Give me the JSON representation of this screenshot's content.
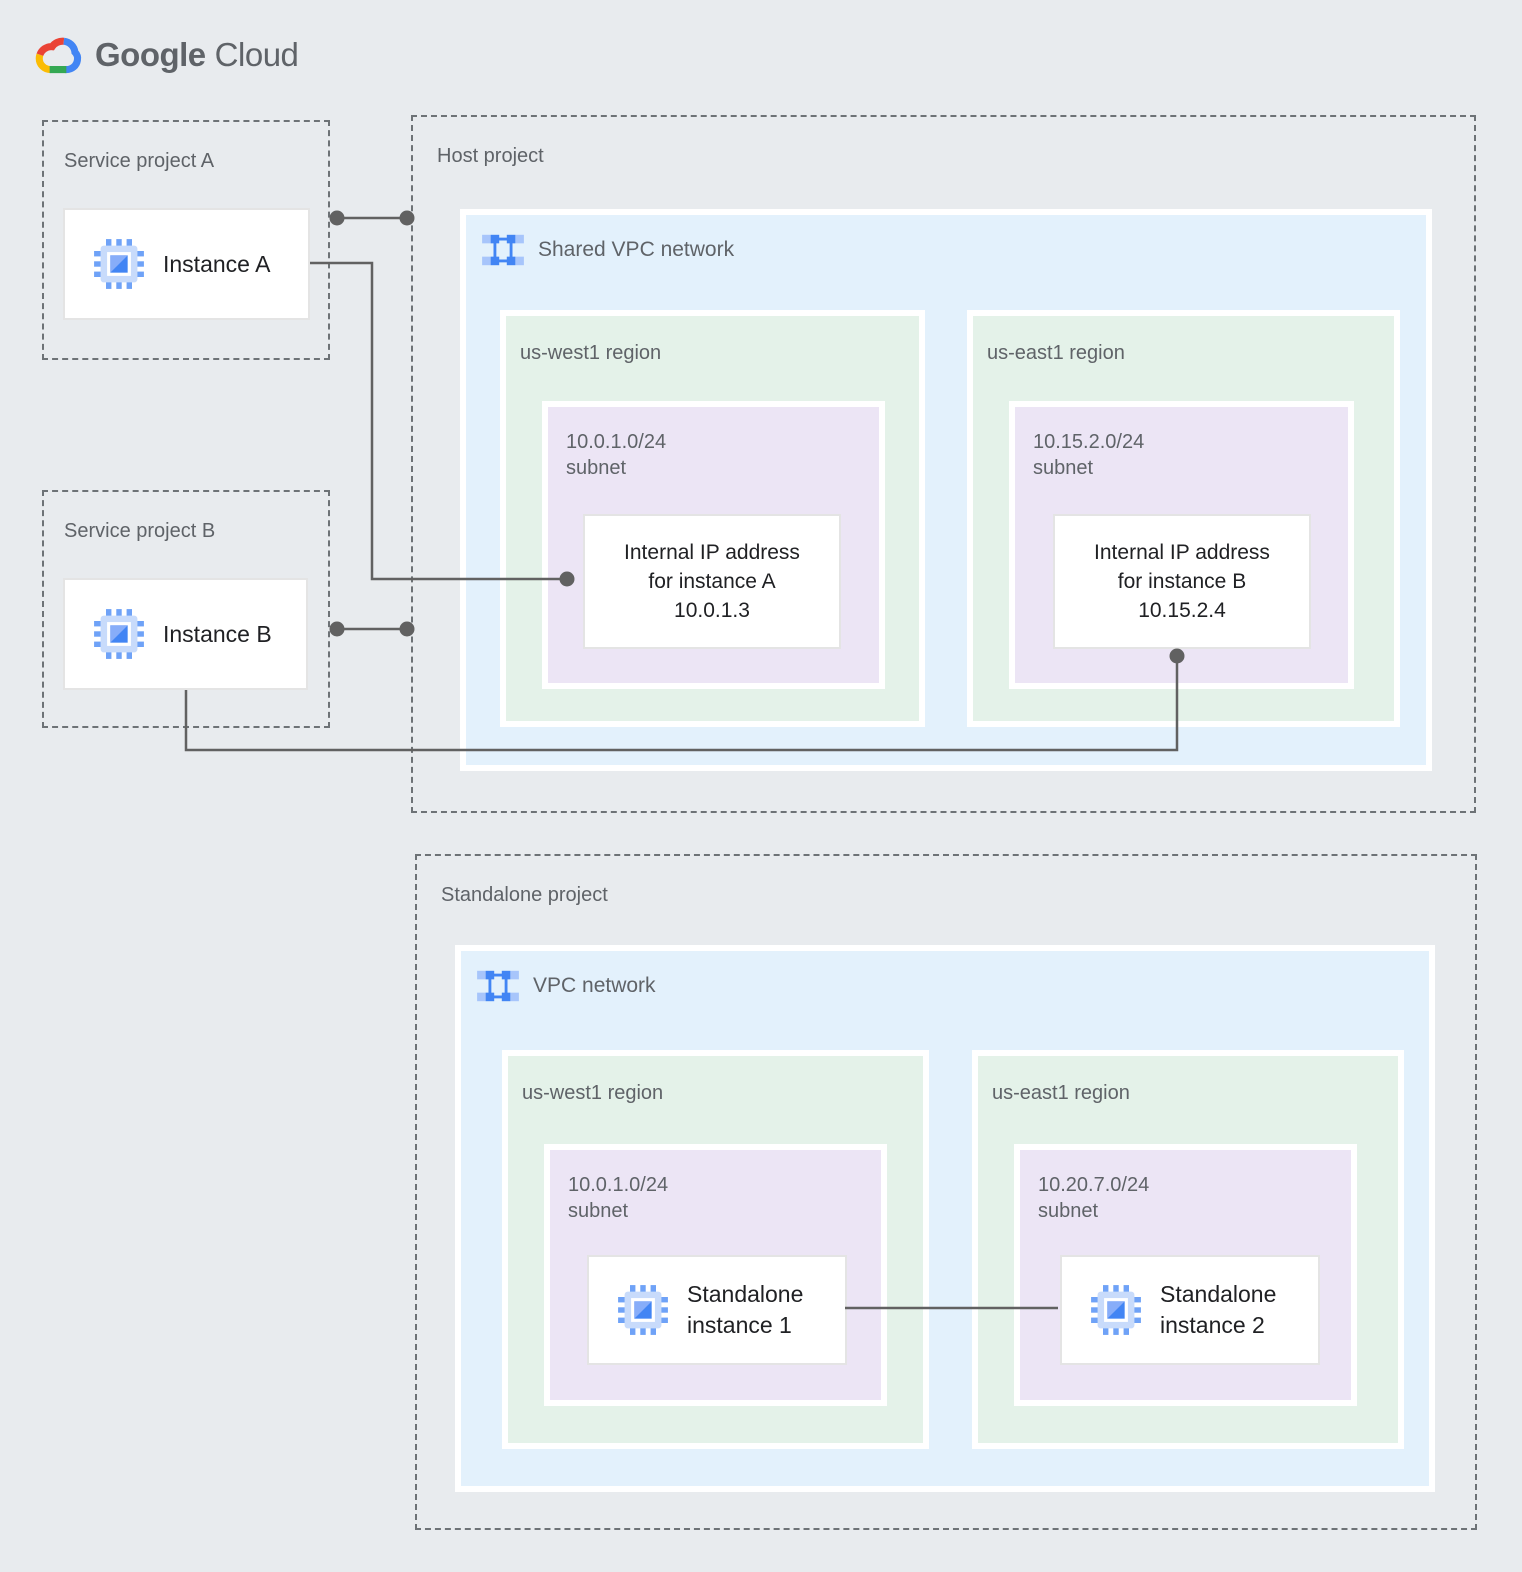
{
  "logo": {
    "google": "Google",
    "cloud": "Cloud"
  },
  "colors": {
    "background": "#e8ebee",
    "network_blue": "#e3f1fc",
    "region_green": "#e4f2e9",
    "subnet_purple": "#ece5f5",
    "connector_gray": "#616161",
    "label_gray": "#5f6368",
    "text_dark": "#202124",
    "icon_blue": "#4285f4",
    "icon_blue_light": "#aecbfa",
    "logo_red": "#ea4335",
    "logo_yellow": "#fbbc04",
    "logo_green": "#34a853"
  },
  "projects": {
    "service_a": {
      "label": "Service project A",
      "instance_label": "Instance A"
    },
    "service_b": {
      "label": "Service project B",
      "instance_label": "Instance B"
    },
    "host": {
      "label": "Host project",
      "network_label": "Shared VPC network",
      "regions": [
        {
          "name": "us-west1 region",
          "subnet_cidr": "10.0.1.0/24",
          "subnet_word": "subnet",
          "card_lines": [
            "Internal IP address",
            "for instance A",
            "10.0.1.3"
          ]
        },
        {
          "name": "us-east1 region",
          "subnet_cidr": "10.15.2.0/24",
          "subnet_word": "subnet",
          "card_lines": [
            "Internal IP address",
            "for instance B",
            "10.15.2.4"
          ]
        }
      ]
    },
    "standalone": {
      "label": "Standalone project",
      "network_label": "VPC network",
      "regions": [
        {
          "name": "us-west1 region",
          "subnet_cidr": "10.0.1.0/24",
          "subnet_word": "subnet",
          "card_lines": [
            "Standalone",
            "instance 1"
          ]
        },
        {
          "name": "us-east1 region",
          "subnet_cidr": "10.20.7.0/24",
          "subnet_word": "subnet",
          "card_lines": [
            "Standalone",
            "instance 2"
          ]
        }
      ]
    }
  }
}
